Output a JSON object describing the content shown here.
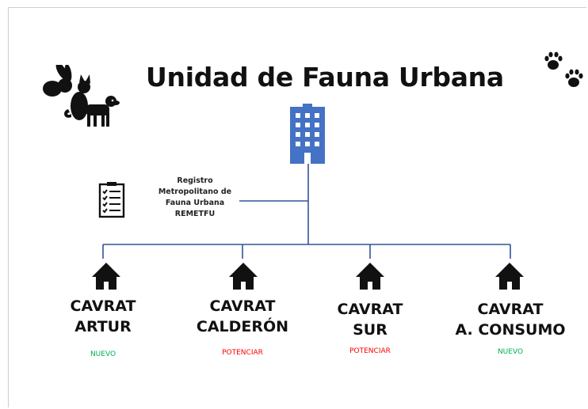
{
  "title": "Unidad de Fauna Urbana",
  "registry": {
    "line1": "Registro",
    "line2": "Metropolitano de",
    "line3": "Fauna Urbana",
    "line4": "REMETFU"
  },
  "centers": [
    {
      "line1": "CAVRAT",
      "line2": "ARTUR",
      "status": "NUEVO"
    },
    {
      "line1": "CAVRAT",
      "line2": "CALDERÓN",
      "status": "POTENCIAR"
    },
    {
      "line1": "CAVRAT",
      "line2": "SUR",
      "status": "POTENCIAR"
    },
    {
      "line1": "CAVRAT",
      "line2": "A. CONSUMO",
      "status": "NUEVO"
    }
  ],
  "colors": {
    "connector": "#2f5597",
    "building": "#4472c4",
    "nuevo": "#00b050",
    "potenciar": "#ff0000"
  },
  "icons": [
    "animals-icon",
    "paw-prints-icon",
    "building-icon",
    "checklist-icon",
    "house-icon"
  ]
}
